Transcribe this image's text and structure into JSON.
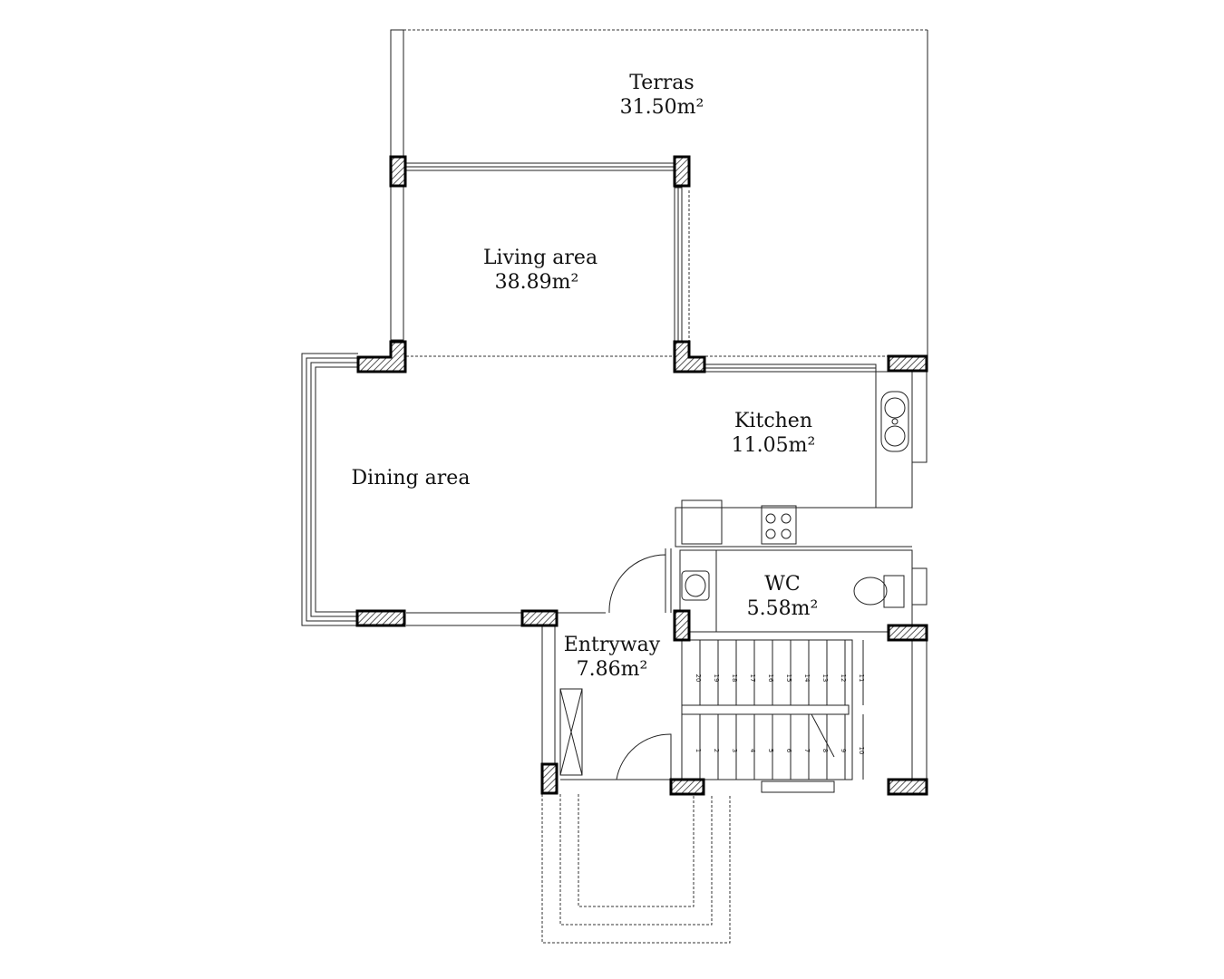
{
  "rooms": {
    "terras": {
      "name": "Terras",
      "area": "31.50m²"
    },
    "living": {
      "name": "Living area",
      "area": "38.89m²"
    },
    "kitchen": {
      "name": "Kitchen",
      "area": "11.05m²"
    },
    "dining": {
      "name": "Dining area"
    },
    "wc": {
      "name": "WC",
      "area": "5.58m²"
    },
    "entryway": {
      "name": "Entryway",
      "area": "7.86m²"
    }
  },
  "stairs": {
    "upper_steps": [
      "20",
      "19",
      "18",
      "17",
      "16",
      "15",
      "14",
      "13",
      "12",
      "11"
    ],
    "lower_steps": [
      "1",
      "2",
      "3",
      "4",
      "5",
      "6",
      "7",
      "8",
      "9",
      "10"
    ]
  },
  "colors": {
    "line": "#111111",
    "hatch": "#555555",
    "background": "#ffffff"
  }
}
